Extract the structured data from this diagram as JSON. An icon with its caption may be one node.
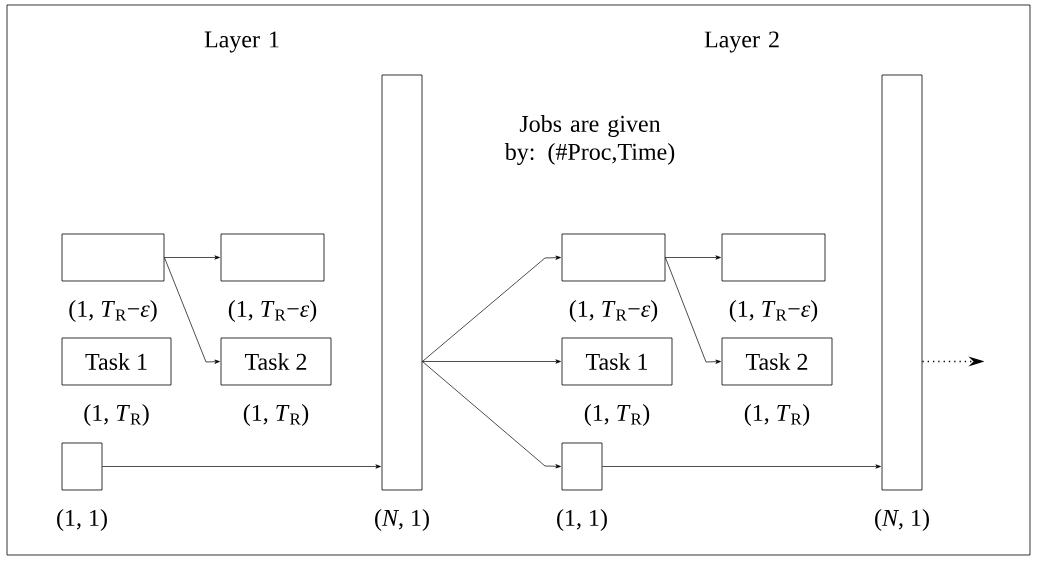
{
  "diagram": {
    "nodes": [
      {
        "text": [],
        "shape": "box",
        "beside": [
          "(1, *T*$_{R}$−*ε*)"
        ]
      },
      {
        "text": [],
        "shape": "box",
        "beside": [
          "(1, *T*$_{R}$−*ε*)"
        ]
      },
      {
        "text": [
          "Task 1"
        ],
        "beside": [
          "(1, *T*$_{R}$)"
        ]
      },
      {
        "text": [
          "Task 2"
        ],
        "beside": [
          "(1, *T*$_{R}$)"
        ]
      },
      {
        "text": [],
        "shape": "box",
        "beside": [
          "(1, 1)"
        ]
      },
      {
        "text": [],
        "shape": "bar",
        "beside": [
          "(*N*, 1)"
        ]
      },
      {
        "text": [],
        "shape": "box",
        "beside": [
          "(1, *T*$_{R}$−*ε*)"
        ]
      },
      {
        "text": [],
        "shape": "box",
        "beside": [
          "(1, *T*$_{R}$−*ε*)"
        ]
      },
      {
        "text": [
          "Task 1"
        ],
        "beside": [
          "(1, *T*$_{R}$)"
        ]
      },
      {
        "text": [
          "Task 2"
        ],
        "beside": [
          "(1, *T*$_{R}$)"
        ]
      },
      {
        "text": [],
        "shape": "box",
        "beside": [
          "(1, 1)"
        ]
      },
      {
        "text": [],
        "shape": "bar",
        "beside": [
          "(*N*, 1)"
        ]
      }
    ],
    "edges": [
      {
        "from": 0,
        "to": 1,
        "arrow": "to"
      },
      {
        "from": 0,
        "to": 3,
        "arrow": "to"
      },
      {
        "from": 4,
        "to": 5,
        "arrow": "to"
      },
      {
        "from": 5,
        "to": 6,
        "arrow": "to"
      },
      {
        "from": 5,
        "to": 8,
        "arrow": "to"
      },
      {
        "from": 5,
        "to": 10,
        "arrow": "to"
      },
      {
        "from": 6,
        "to": 7,
        "arrow": "to"
      },
      {
        "from": 6,
        "to": 9,
        "arrow": "to"
      },
      {
        "from": 10,
        "to": 11,
        "arrow": "to"
      },
      {
        "from": 11,
        "to": null,
        "arrow": "to",
        "style": "dashed"
      }
    ],
    "labels": [
      "Layer 1",
      "Layer 2",
      "Jobs are given by: (#Proc,Time)"
    ]
  }
}
